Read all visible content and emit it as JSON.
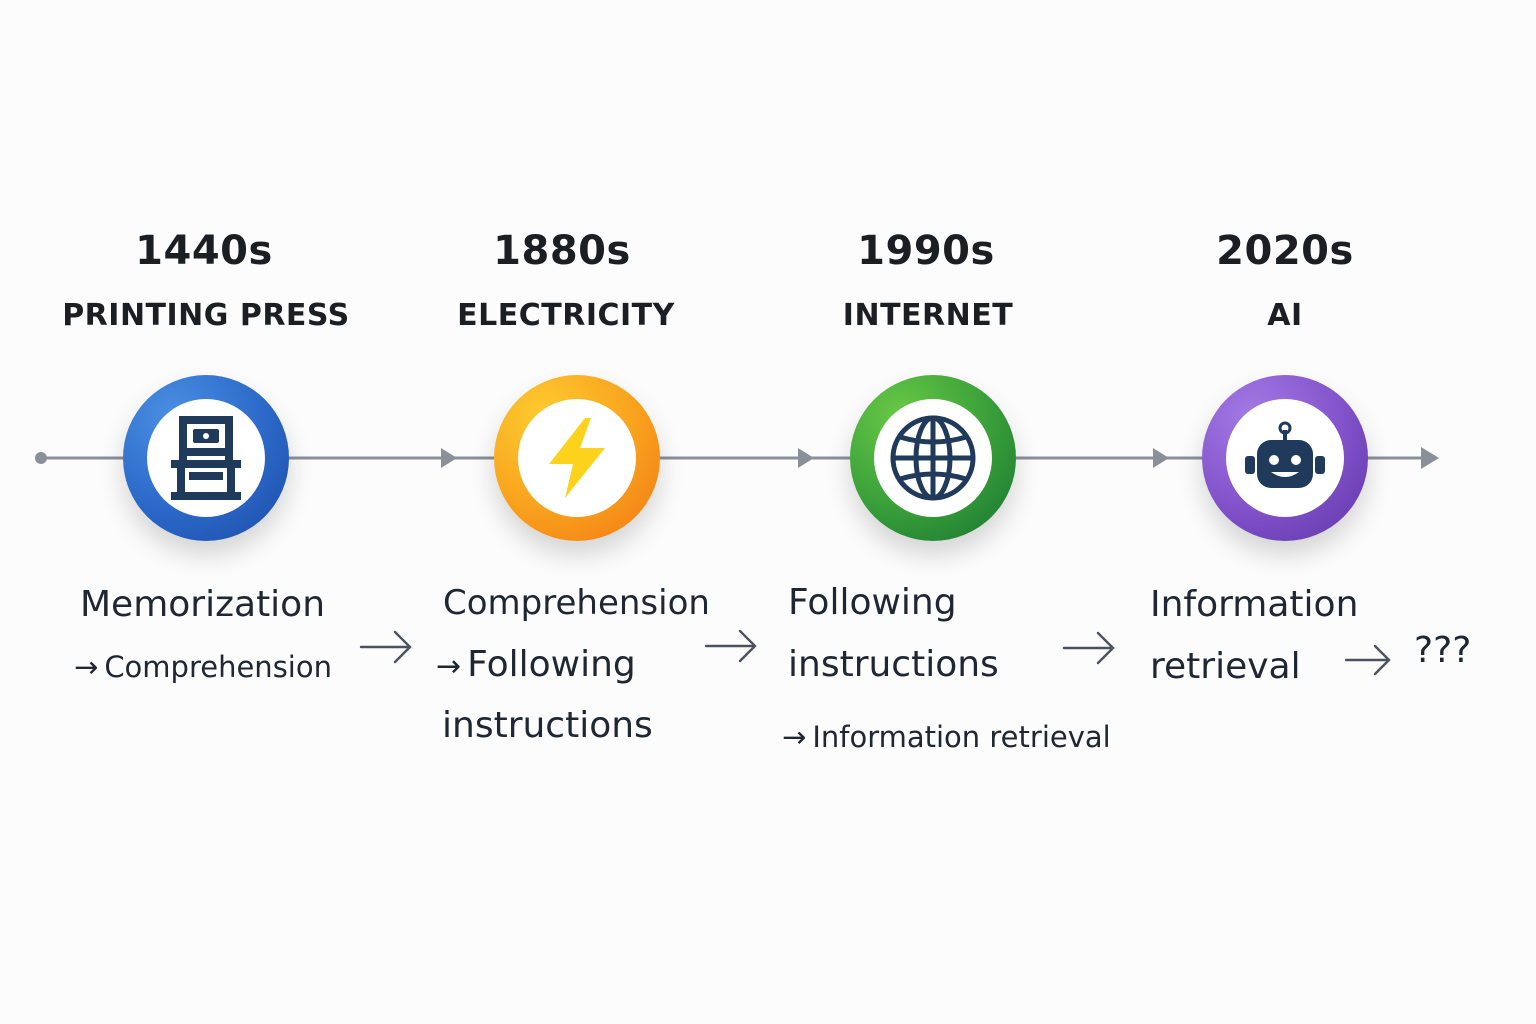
{
  "stages": [
    {
      "year": "1440s",
      "name": "PRINTING PRESS",
      "icon": "printing-press-icon",
      "color_start": "#3e82d8",
      "color_end": "#1e4fae",
      "from": "Memorization",
      "to": "Comprehension"
    },
    {
      "year": "1880s",
      "name": "ELECTRICITY",
      "icon": "lightning-bolt-icon",
      "color_start": "#fbbe2a",
      "color_end": "#f47d14",
      "from": "Comprehension",
      "to_line1": "Following",
      "to_line2": "instructions"
    },
    {
      "year": "1990s",
      "name": "INTERNET",
      "icon": "globe-icon",
      "color_start": "#5cbe3c",
      "color_end": "#157a32",
      "from_line1": "Following",
      "from_line2": "instructions",
      "to": "Information retrieval"
    },
    {
      "year": "2020s",
      "name": "AI",
      "icon": "robot-icon",
      "color_start": "#9468dc",
      "color_end": "#6a3db4",
      "from_line1": "Information",
      "from_line2": "retrieval"
    }
  ],
  "future": "???",
  "arrow_symbol": "→",
  "colors": {
    "timeline": "#8a9099",
    "icon_dark": "#1f3a5a",
    "bolt": "#fcd21c",
    "text": "#1e2733"
  }
}
